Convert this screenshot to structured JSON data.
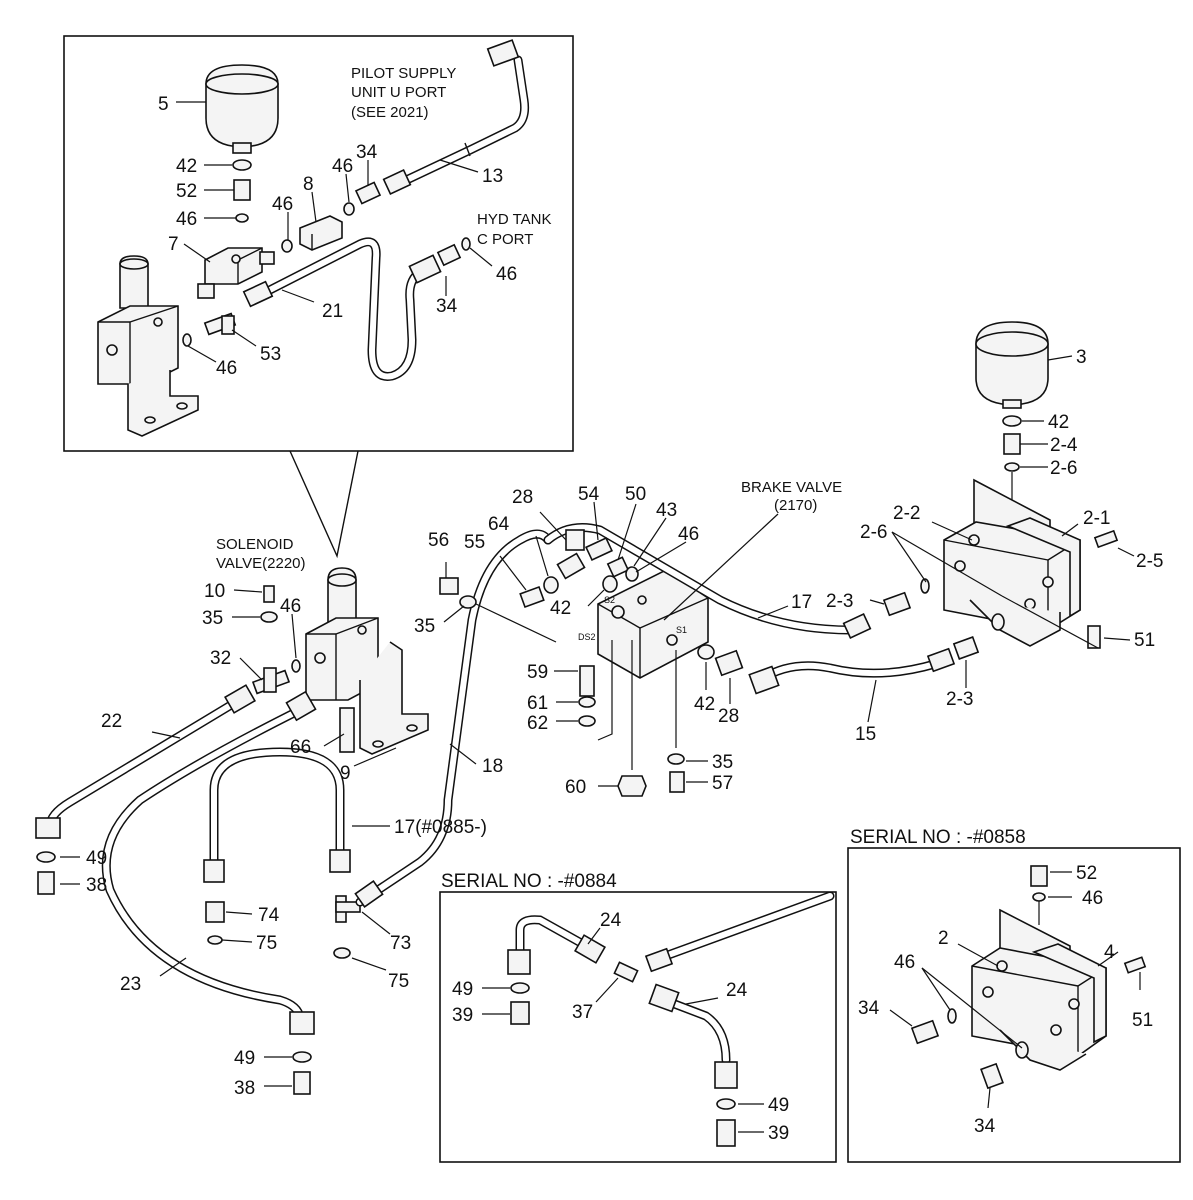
{
  "notes": {
    "pilot_supply": [
      "PILOT SUPPLY",
      "UNIT U PORT",
      "(SEE 2021)"
    ],
    "hyd_tank": [
      "HYD TANK",
      "C PORT"
    ],
    "solenoid": [
      "SOLENOID",
      "VALVE(2220)"
    ],
    "brake": [
      "BRAKE VALVE",
      "(2170)"
    ]
  },
  "serials": {
    "a": "SERIAL NO : -#0884",
    "b": "SERIAL NO : -#0858"
  },
  "port_marks": {
    "ds2": "DS2",
    "s2": "S2",
    "s1": "S1"
  },
  "labels": [
    "5",
    "42",
    "52",
    "46",
    "7",
    "8",
    "46",
    "46",
    "34",
    "13",
    "21",
    "34",
    "46",
    "53",
    "46",
    "3",
    "42",
    "2-4",
    "2-6",
    "2-2",
    "2-1",
    "2-5",
    "2-6",
    "2-3",
    "51",
    "2-3",
    "15",
    "10",
    "35",
    "46",
    "32",
    "22",
    "66",
    "9",
    "49",
    "38",
    "17(#0885-)",
    "74",
    "75",
    "73",
    "75",
    "23",
    "49",
    "38",
    "56",
    "55",
    "35",
    "64",
    "28",
    "54",
    "50",
    "43",
    "46",
    "42",
    "17",
    "18",
    "59",
    "61",
    "62",
    "60",
    "42",
    "28",
    "35",
    "57",
    "24",
    "49",
    "39",
    "37",
    "24",
    "49",
    "39",
    "52",
    "46",
    "2",
    "4",
    "46",
    "34",
    "51",
    "34"
  ]
}
